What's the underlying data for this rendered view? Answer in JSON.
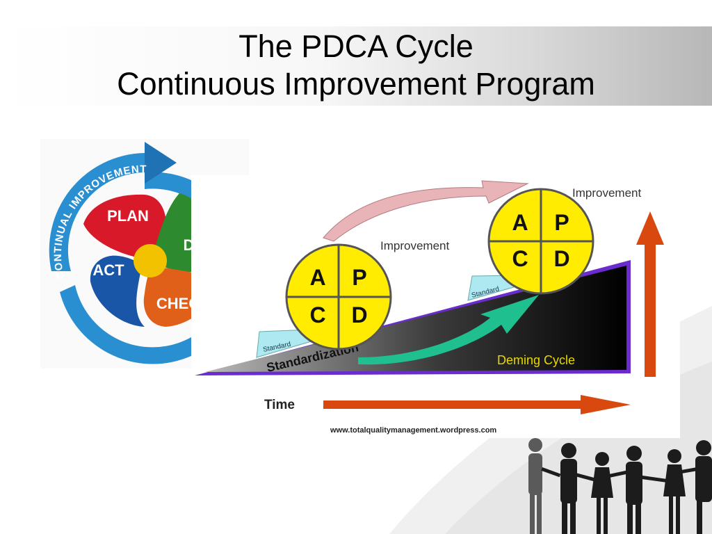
{
  "title": {
    "line1": "The PDCA Cycle",
    "line2": "Continuous Improvement Program"
  },
  "wheel": {
    "ring_label": "CONTINUAL IMPROVEMENT",
    "plan": "PLAN",
    "do": "DO",
    "check": "CHECK",
    "act": "ACT",
    "colors": {
      "ring": "#2a8fd1",
      "plan": "#d7192a",
      "do": "#2d8a2e",
      "check": "#e0601a",
      "act": "#1a56a8",
      "hub": "#f2c200"
    }
  },
  "deming": {
    "improvement_label": "Improvement",
    "improvement_top_label": "Improvement",
    "standard_label_1": "Standard",
    "standard_label_2": "Standard",
    "standardization_label": "Standardization",
    "deming_label": "Deming Cycle",
    "time_label": "Time",
    "website": "www.totalqualitymanagement.wordpress.com",
    "cells": [
      "A",
      "P",
      "C",
      "D"
    ],
    "colors": {
      "circle": "#ffec00",
      "wedge_edge": "#6a2ccf",
      "arrow": "#d9480f",
      "curve_arrow": "#1fbf8f",
      "top_arrow": "#e8b4b8"
    }
  }
}
